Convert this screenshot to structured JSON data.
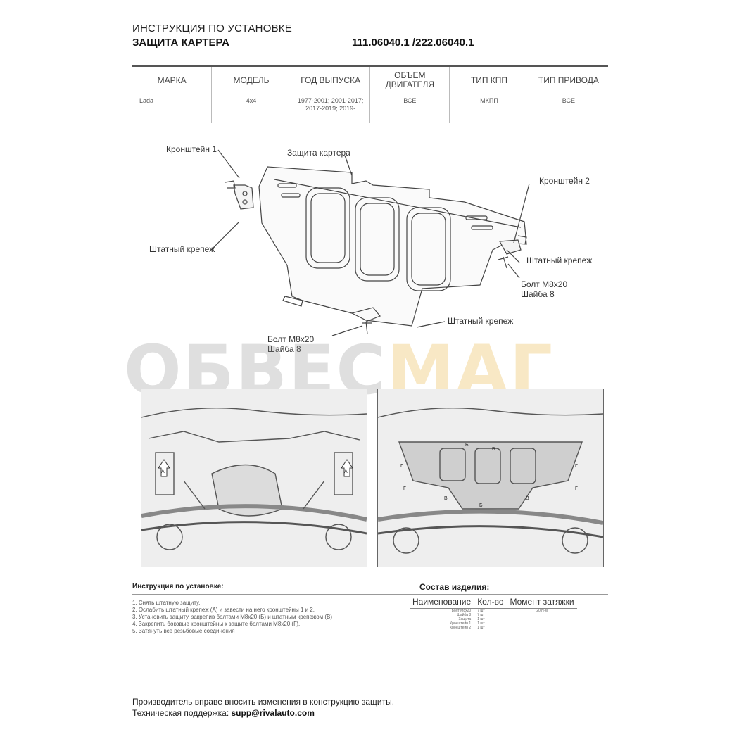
{
  "header": {
    "title": "ИНСТРУКЦИЯ ПО УСТАНОВКЕ",
    "product": "ЗАЩИТА КАРТЕРА",
    "article": "111.06040.1 /222.06040.1"
  },
  "spec_table": {
    "columns": [
      "МАРКА",
      "МОДЕЛЬ",
      "ГОД ВЫПУСКА",
      "ОБЪЕМ ДВИГАТЕЛЯ",
      "ТИП КПП",
      "ТИП ПРИВОДА"
    ],
    "row": [
      "Lada",
      "4x4",
      "1977-2001; 2001-2017; 2017-2019; 2019-",
      "ВСЕ",
      "МКПП",
      "ВСЕ"
    ]
  },
  "diagram": {
    "labels": {
      "bracket1": "Кронштейн 1",
      "guard": "Защита картера",
      "bracket2": "Кронштейн 2",
      "std_fastener_left": "Штатный крепеж",
      "std_fastener_right": "Штатный крепеж",
      "bolt_right": "Болт М8х20",
      "washer_right": "Шайба 8",
      "std_fastener_bottom": "Штатный крепеж",
      "bolt_bottom": "Болт М8х20",
      "washer_bottom": "Шайба 8"
    }
  },
  "watermark": {
    "part1": "ОБВЕС",
    "part2": "МАГ"
  },
  "photos": {
    "left_markers": [
      "А",
      "А"
    ],
    "right_markers": [
      "Б",
      "Б",
      "Г",
      "Г",
      "Г",
      "Г",
      "В",
      "В",
      "Б"
    ]
  },
  "instructions": {
    "heading": "Инструкция по установке:",
    "steps": [
      "1. Снять штатную защиту.",
      "2. Ослабить штатный крепеж (А) и завести на него кронштейны 1 и 2.",
      "3. Установить защиту, закрепив болтами М8х20 (Б) и штатным крепежом (В)",
      "4. Закрепить боковые кронштейны к защите болтами М8х20 (Г).",
      "5. Затянуть все резьбовые соединения"
    ]
  },
  "composition": {
    "title": "Состав изделия:",
    "headers": [
      "Наименование",
      "Кол-во",
      "Момент затяжки"
    ],
    "rows": [
      [
        "Болт М8х20",
        "7 шт",
        "20 Н·м"
      ],
      [
        "Шайба 8",
        "7 шт",
        ""
      ],
      [
        "Защита",
        "1 шт",
        ""
      ],
      [
        "Кронштейн 1",
        "1 шт",
        ""
      ],
      [
        "Кронштейн 2",
        "1 шт",
        ""
      ]
    ]
  },
  "footer": {
    "notice": "Производитель вправе вносить изменения в конструкцию защиты.",
    "support_label": "Техническая поддержка:",
    "support_email": "supp@rivalauto.com"
  }
}
